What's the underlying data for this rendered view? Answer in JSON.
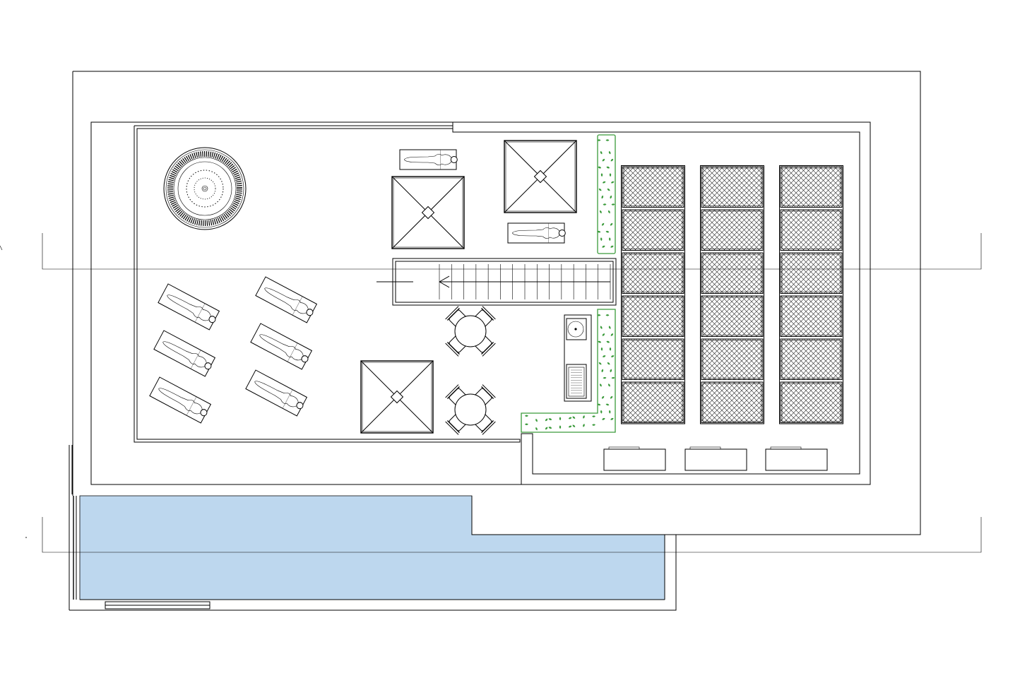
{
  "colors": {
    "background": "#ffffff",
    "line": "#000000",
    "pool_water": "#bdd7ee",
    "planter_green": "#3a9a3a"
  },
  "drawing": {
    "kind": "architectural rooftop floor plan",
    "elements": [
      "section-cut-line",
      "outer-building-outline",
      "terrace-boundary",
      "hot-tub",
      "sun-loungers",
      "parasols",
      "staircase",
      "bistro-tables",
      "bbq-and-sink-unit",
      "planters",
      "solar-panel-arrays",
      "pool"
    ],
    "solar_panels": {
      "columns": 3,
      "rows_per_column": 6
    },
    "loungers": 8,
    "parasols": 3,
    "bistro_tables": 2,
    "stair_treads": 14,
    "equipment_boxes": 3
  }
}
